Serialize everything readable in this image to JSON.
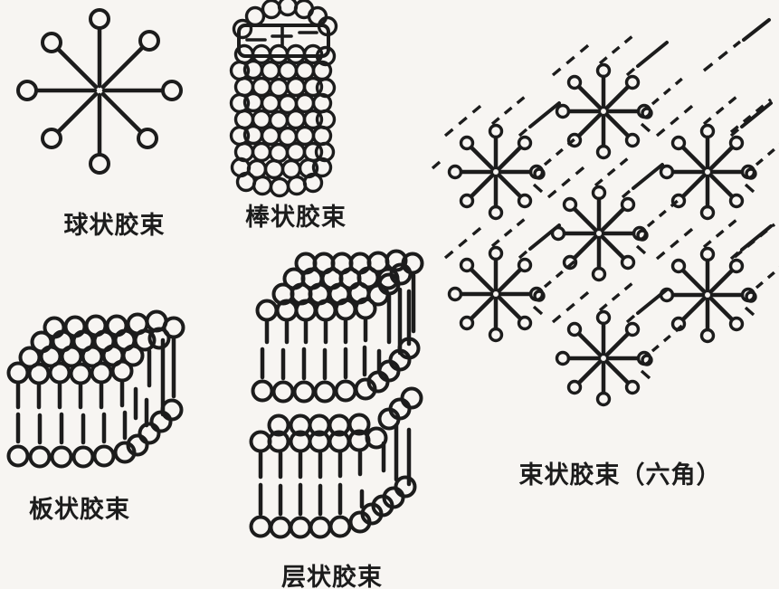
{
  "page": {
    "background": "#f7f5f2",
    "ink": "#1c1c1c"
  },
  "figures": {
    "spherical": {
      "label": "球状胶束"
    },
    "rod": {
      "label": "棒状胶束"
    },
    "bundle": {
      "label": "束状胶束（六角）"
    },
    "plate": {
      "label": "板状胶束"
    },
    "lamellar": {
      "label": "层状胶束"
    }
  }
}
